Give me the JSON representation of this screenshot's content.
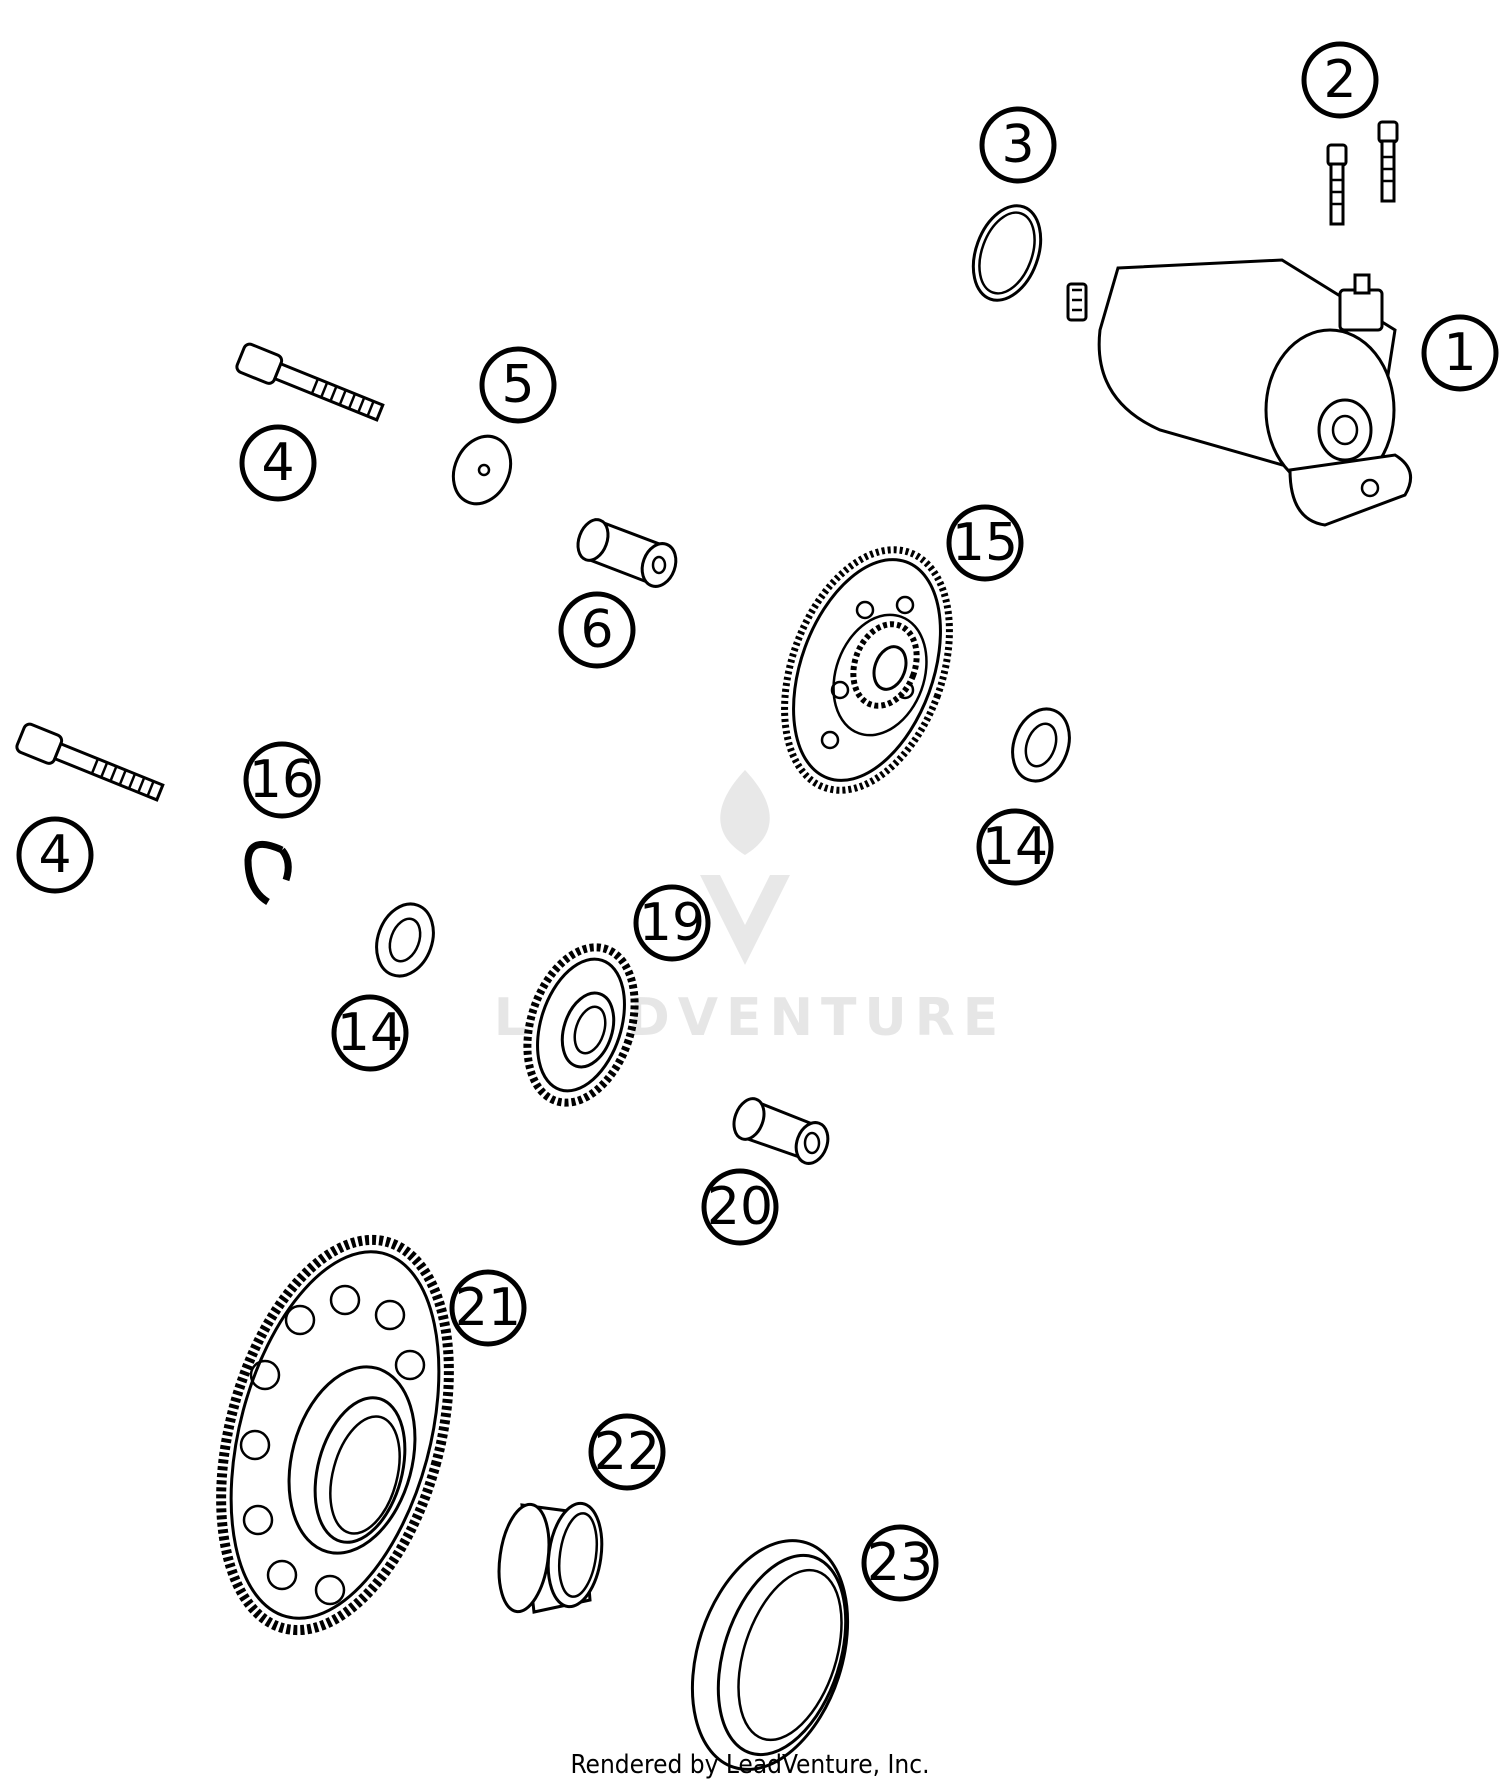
{
  "diagram": {
    "callouts": [
      {
        "id": "c1",
        "label": "1"
      },
      {
        "id": "c2",
        "label": "2"
      },
      {
        "id": "c3",
        "label": "3"
      },
      {
        "id": "c4a",
        "label": "4"
      },
      {
        "id": "c4b",
        "label": "4"
      },
      {
        "id": "c5",
        "label": "5"
      },
      {
        "id": "c6",
        "label": "6"
      },
      {
        "id": "c14a",
        "label": "14"
      },
      {
        "id": "c14b",
        "label": "14"
      },
      {
        "id": "c15",
        "label": "15"
      },
      {
        "id": "c16",
        "label": "16"
      },
      {
        "id": "c19",
        "label": "19"
      },
      {
        "id": "c20",
        "label": "20"
      },
      {
        "id": "c21",
        "label": "21"
      },
      {
        "id": "c22",
        "label": "22"
      },
      {
        "id": "c23",
        "label": "23"
      }
    ],
    "watermark": "LEADVENTURE",
    "footer": "Rendered by LeadVenture, Inc."
  }
}
